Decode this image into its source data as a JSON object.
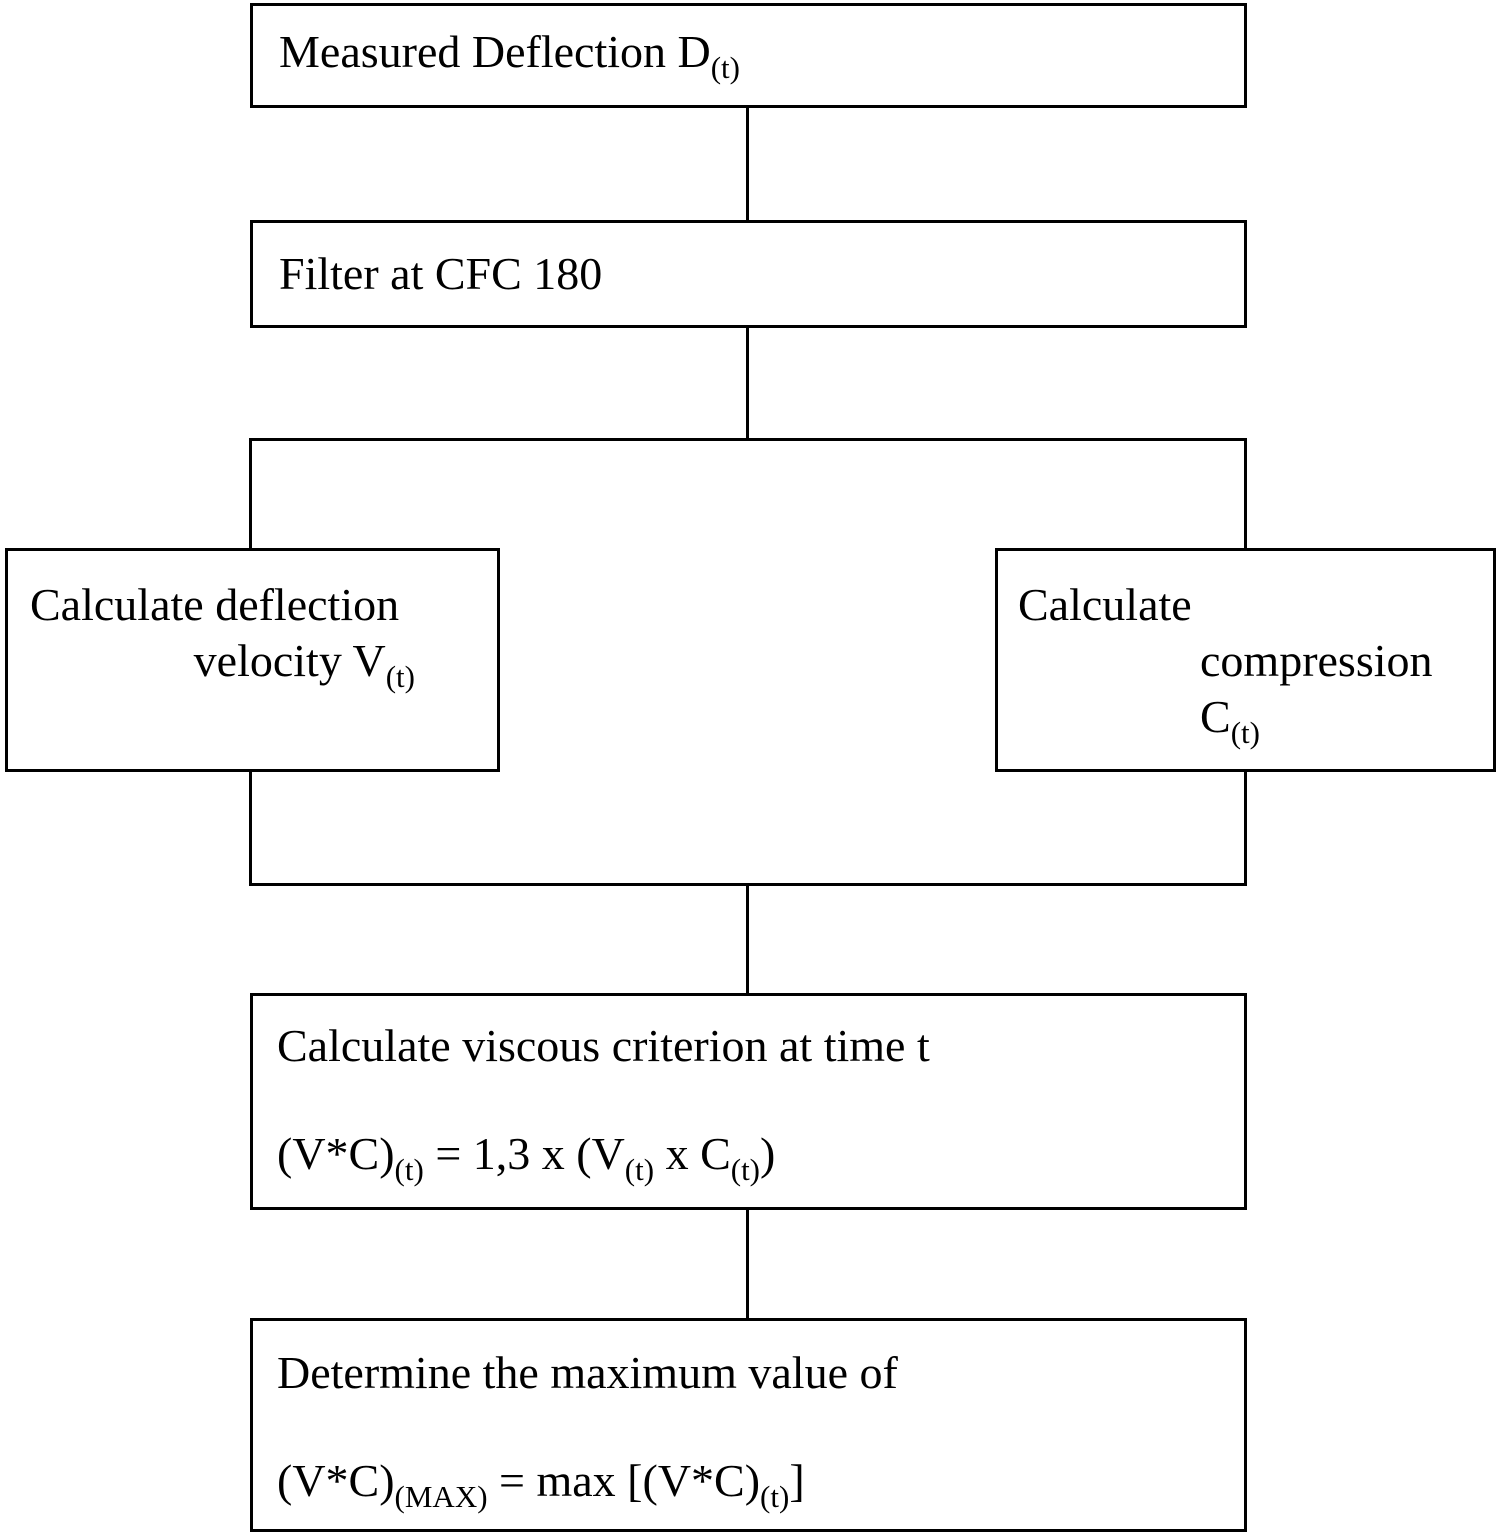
{
  "diagram_title": "Viscous criterion (V*C) calculation flowchart",
  "colors": {
    "line": "#000000",
    "background": "#ffffff",
    "text": "#000000"
  },
  "boxes": {
    "measured": {
      "main": "Measured Deflection D",
      "sub": "(t)"
    },
    "filter": {
      "label": "Filter at CFC 180"
    },
    "velocity": {
      "line1": "Calculate deflection",
      "line2_main": "velocity V",
      "line2_sub": "(t)"
    },
    "compression": {
      "line1": "Calculate",
      "line2": "compression",
      "line3_main": "C",
      "line3_sub": "(t)"
    },
    "viscous": {
      "line1": "Calculate viscous criterion at time t",
      "formula": {
        "p1": "(V*C)",
        "s1": "(t)",
        "p2": " = 1,3 x (V",
        "s2": "(t)",
        "p3": " x C",
        "s3": "(t)",
        "p4": ")"
      }
    },
    "maximum": {
      "line1": "Determine the maximum value of",
      "formula": {
        "p1": "(V*C)",
        "s1": "(MAX)",
        "p2": " = max [(V*C)",
        "s2": "(t)",
        "p3": "]"
      }
    }
  }
}
